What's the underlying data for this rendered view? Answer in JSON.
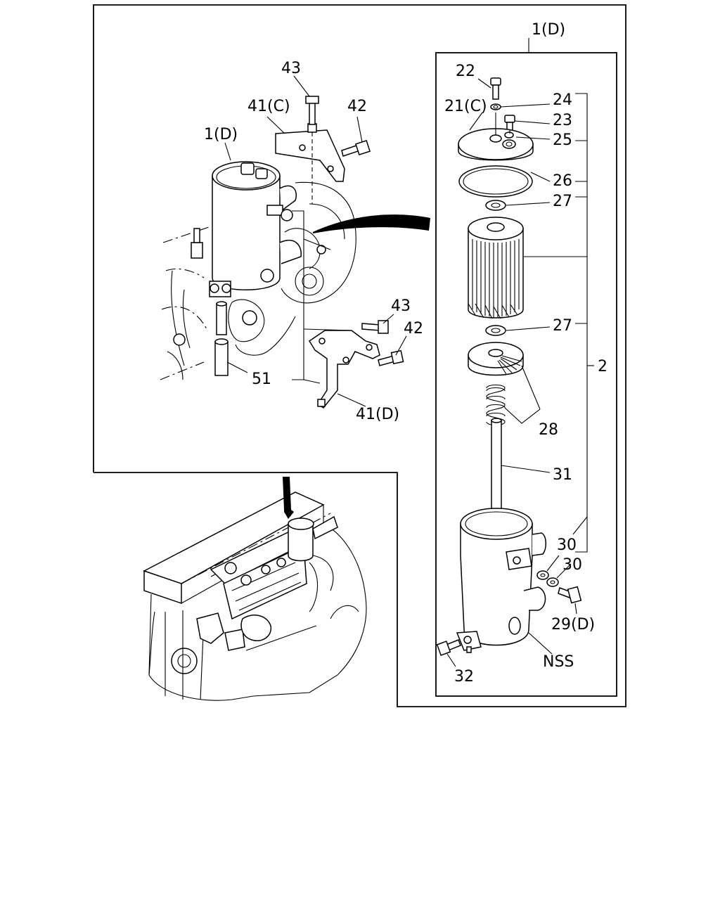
{
  "callouts": {
    "c_1d_top": "1(D)",
    "c_22": "22",
    "c_24": "24",
    "c_21c": "21(C)",
    "c_23": "23",
    "c_25": "25",
    "c_26": "26",
    "c_27a": "27",
    "c_27b": "27",
    "c_2": "2",
    "c_28": "28",
    "c_31": "31",
    "c_30a": "30",
    "c_30b": "30",
    "c_29d": "29(D)",
    "c_nss": "NSS",
    "c_32": "32",
    "c_43a": "43",
    "c_41c": "41(C)",
    "c_42a": "42",
    "c_1d_left": "1(D)",
    "c_43b": "43",
    "c_42b": "42",
    "c_51": "51",
    "c_41d": "41(D)"
  }
}
